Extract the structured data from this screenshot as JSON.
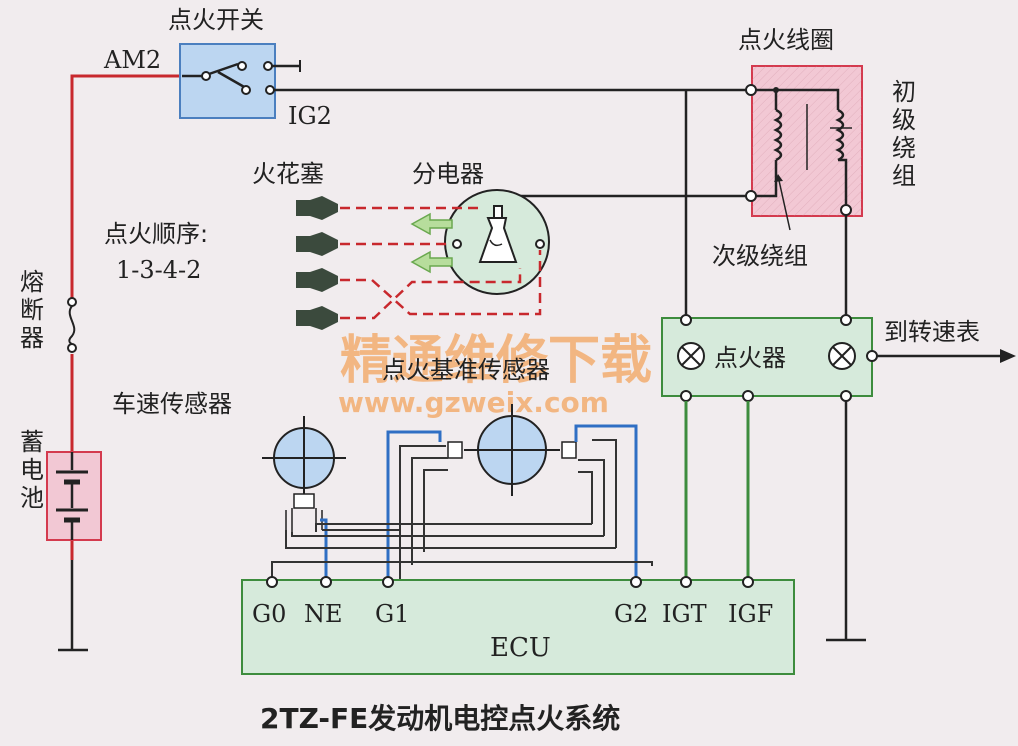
{
  "labels": {
    "ignition_switch": "点火开关",
    "am2": "AM2",
    "ig2": "IG2",
    "ignition_coil": "点火线圈",
    "primary_winding": "初级绕组",
    "secondary_winding": "次级绕组",
    "spark_plug": "火花塞",
    "distributor": "分电器",
    "firing_order_title": "点火顺序:",
    "firing_order": "1-3-4-2",
    "fuse": "熔断器",
    "battery": "蓄电池",
    "igniter": "点火器",
    "tachometer": "到转速表",
    "ignition_ref_sensor": "点火基准传感器",
    "speed_sensor": "车速传感器",
    "ecu": "ECU",
    "caption": "2TZ-FE发动机电控点火系统"
  },
  "ecu_pins": [
    "G0",
    "NE",
    "G1",
    "G2",
    "IGT",
    "IGF"
  ],
  "watermark": {
    "line1": "精通维修下载",
    "line2": "www.gzweix.com"
  },
  "colors": {
    "power_wire": "#c8282d",
    "signal_wire": "#2f6fc4",
    "control_wire": "#3d8c3d",
    "coil_box_fill": "#f2c8d4",
    "coil_box_border": "#d43a4e",
    "switch_box_fill": "#bcd6f1",
    "module_fill": "#d6eadb",
    "module_border": "#3d8c3d"
  }
}
